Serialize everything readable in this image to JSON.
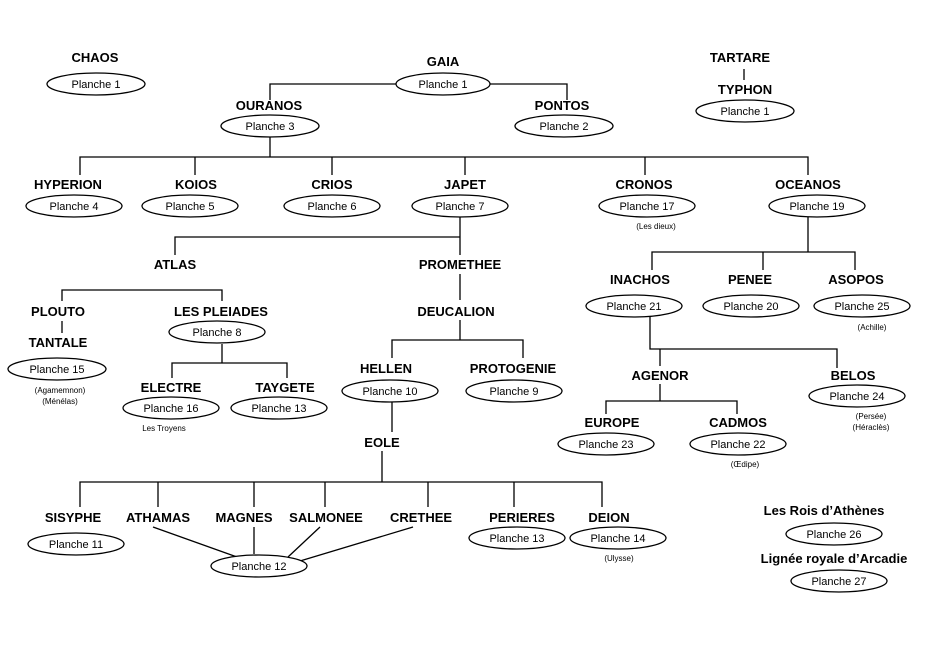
{
  "nodes": {
    "chaos": {
      "name": "CHAOS",
      "plate": "Planche 1"
    },
    "gaia": {
      "name": "GAIA",
      "plate": "Planche 1"
    },
    "tartare": {
      "name": "TARTARE"
    },
    "typhon": {
      "name": "TYPHON",
      "plate": "Planche 1"
    },
    "ouranos": {
      "name": "OURANOS",
      "plate": "Planche 3"
    },
    "pontos": {
      "name": "PONTOS",
      "plate": "Planche 2"
    },
    "hyperion": {
      "name": "HYPERION",
      "plate": "Planche 4"
    },
    "koios": {
      "name": "KOIOS",
      "plate": "Planche 5"
    },
    "crios": {
      "name": "CRIOS",
      "plate": "Planche 6"
    },
    "japet": {
      "name": "JAPET",
      "plate": "Planche 7"
    },
    "cronos": {
      "name": "CRONOS",
      "plate": "Planche 17",
      "note": "(Les dieux)"
    },
    "oceanos": {
      "name": "OCEANOS",
      "plate": "Planche 19"
    },
    "atlas": {
      "name": "ATLAS"
    },
    "promethee": {
      "name": "PROMETHEE"
    },
    "inachos": {
      "name": "INACHOS",
      "plate": "Planche 21"
    },
    "penee": {
      "name": "PENEE",
      "plate": "Planche 20"
    },
    "asopos": {
      "name": "ASOPOS",
      "plate": "Planche 25",
      "note": "(Achille)"
    },
    "plouto": {
      "name": "PLOUTO"
    },
    "tantale": {
      "name": "TANTALE",
      "plate": "Planche 15",
      "note1": "(Agamemnon)",
      "note2": "(Ménélas)"
    },
    "pleiades": {
      "name": "LES PLEIADES",
      "plate": "Planche 8"
    },
    "deucalion": {
      "name": "DEUCALION"
    },
    "electre": {
      "name": "ELECTRE",
      "plate": "Planche 16",
      "note": "Les Troyens"
    },
    "taygete": {
      "name": "TAYGETE",
      "plate": "Planche 13"
    },
    "hellen": {
      "name": "HELLEN",
      "plate": "Planche 10"
    },
    "protogenie": {
      "name": "PROTOGENIE",
      "plate": "Planche 9"
    },
    "agenor": {
      "name": "AGENOR"
    },
    "belos": {
      "name": "BELOS",
      "plate": "Planche 24",
      "note1": "(Persée)",
      "note2": "(Héraclès)"
    },
    "europe": {
      "name": "EUROPE",
      "plate": "Planche 23"
    },
    "cadmos": {
      "name": "CADMOS",
      "plate": "Planche 22",
      "note": "(Œdipe)"
    },
    "eole": {
      "name": "EOLE"
    },
    "sisyphe": {
      "name": "SISYPHE",
      "plate": "Planche 11"
    },
    "athamas": {
      "name": "ATHAMAS"
    },
    "magnes": {
      "name": "MAGNES"
    },
    "salmonee": {
      "name": "SALMONEE"
    },
    "crethee": {
      "name": "CRETHEE"
    },
    "shared12": {
      "plate": "Planche 12"
    },
    "perieres": {
      "name": "PERIERES",
      "plate": "Planche 13"
    },
    "deion": {
      "name": "DEION",
      "plate": "Planche 14",
      "note": "(Ulysse)"
    },
    "athenes": {
      "name": "Les Rois d’Athènes",
      "plate": "Planche 26"
    },
    "arcadie": {
      "name": "Lignée royale d’Arcadie",
      "plate": "Planche 27"
    }
  }
}
